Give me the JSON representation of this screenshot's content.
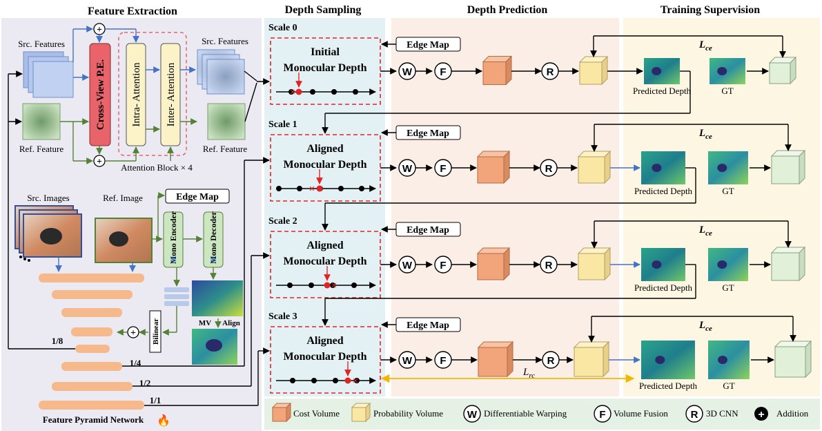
{
  "sections": {
    "feature_extraction": "Feature Extraction",
    "depth_sampling": "Depth Sampling",
    "depth_prediction": "Depth Prediction",
    "training_supervision": "Training Supervision"
  },
  "feature_extraction": {
    "src_features": "Src. Features",
    "ref_feature": "Ref. Feature",
    "src_features_out": "Src. Features",
    "ref_feature_out": "Ref. Feature",
    "cross_view_pe": "Cross-View P.E.",
    "intra_attention": "Intra- Attention",
    "inter_attention": "Inter- Attention",
    "attention_block": "Attention  Block  × 4",
    "src_images": "Src. Images",
    "ref_image": "Ref. Image",
    "edge_map": "Edge Map",
    "mono_encoder": "Mono Encoder",
    "mono_decoder": "Mono Decoder",
    "bilinear": "Bilinear",
    "mv_align": "MV",
    "align": "Align",
    "fpn": "Feature Pyramid  Network",
    "levels": [
      "1/8",
      "1/4",
      "1/2",
      "1/1"
    ],
    "addition_symbol": "+"
  },
  "scales": [
    {
      "label": "Scale 0",
      "title1": "Initial",
      "title2": "Monocular Depth"
    },
    {
      "label": "Scale 1",
      "title1": "Aligned",
      "title2": "Monocular Depth"
    },
    {
      "label": "Scale 2",
      "title1": "Aligned",
      "title2": "Monocular Depth"
    },
    {
      "label": "Scale 3",
      "title1": "Aligned",
      "title2": "Monocular Depth"
    }
  ],
  "prediction": {
    "edge_map": "Edge Map",
    "w": "W",
    "f": "F",
    "r": "R",
    "predicted_depth": "Predicted  Depth",
    "gt": "GT",
    "loss_ce": "L",
    "loss_ce_sub": "ce",
    "loss_rc": "L",
    "loss_rc_sub": "rc"
  },
  "legend": {
    "cost_volume": "Cost Volume",
    "probability_volume": "Probability   Volume",
    "w_symbol": "W",
    "warping": "Differentiable   Warping",
    "f_symbol": "F",
    "fusion": "Volume   Fusion",
    "r_symbol": "R",
    "cnn": "3D CNN",
    "plus_symbol": "+",
    "addition": "Addition"
  },
  "colors": {
    "panel_feature": "#ebe9f1",
    "panel_sampling": "#e4f1f4",
    "panel_prediction": "#fbeee6",
    "panel_supervision": "#fcf6e2",
    "legend_bg": "#e5f1e4",
    "cross_view": "#e8636a",
    "attention": "#fbf2c8",
    "mono": "#cbe6c0",
    "fpn_bar": "#f6b98c",
    "cost_volume": "#f2a47b",
    "prob_volume": "#fbe7a4",
    "gt_volume": "#e1f1d9",
    "arrow_blue": "#4472c4",
    "arrow_green": "#548235",
    "dashed_red": "#e02424",
    "rc_arrow": "#f2b705"
  }
}
